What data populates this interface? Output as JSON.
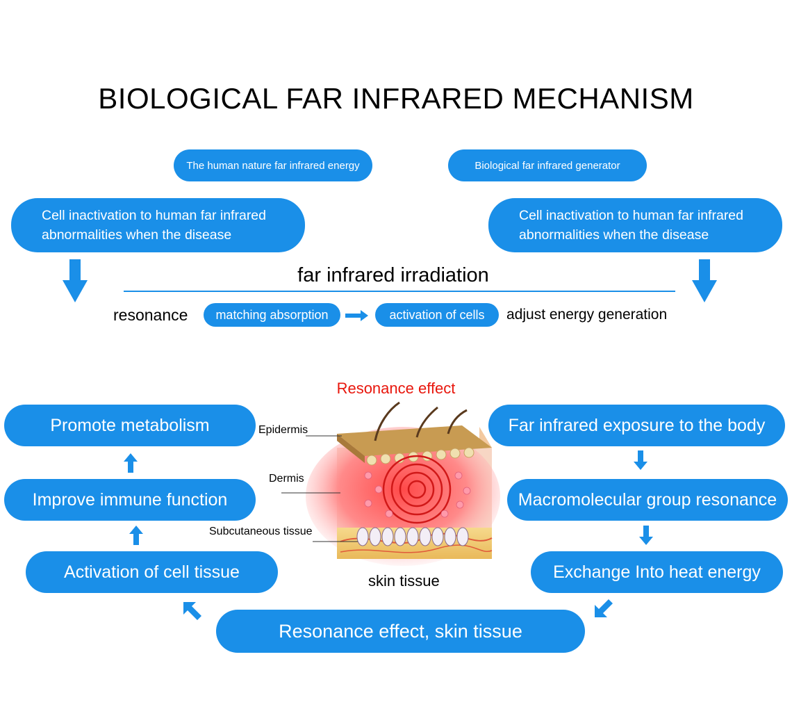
{
  "title": "BIOLOGICAL FAR INFRARED MECHANISM",
  "top": {
    "left_source": "The human nature far infrared energy",
    "right_source": "Biological far infrared generator",
    "left_box": [
      "Cell inactivation to human far infrared",
      "abnormalities when the disease"
    ],
    "right_box": [
      "Cell inactivation to human far infrared",
      "abnormalities when the disease"
    ],
    "irradiation": "far infrared irradiation",
    "resonance": "resonance",
    "matching": "matching absorption",
    "activation": "activation of cells",
    "adjust": "adjust energy generation"
  },
  "skin": {
    "heading": "Resonance effect",
    "epidermis": "Epidermis",
    "dermis": "Dermis",
    "subcutaneous": "Subcutaneous tissue",
    "caption": "skin tissue"
  },
  "cycle": {
    "promote": "Promote metabolism",
    "immune": "Improve immune function",
    "activation_tissue": "Activation of cell tissue",
    "exposure": "Far infrared exposure to the body",
    "macro": "Macromolecular group resonance",
    "exchange": "Exchange Into heat energy",
    "bottom": "Resonance effect, skin tissue"
  },
  "colors": {
    "pill": "#1a8fe8",
    "arrow": "#1a8fe8",
    "heading_red": "#e8160c"
  }
}
